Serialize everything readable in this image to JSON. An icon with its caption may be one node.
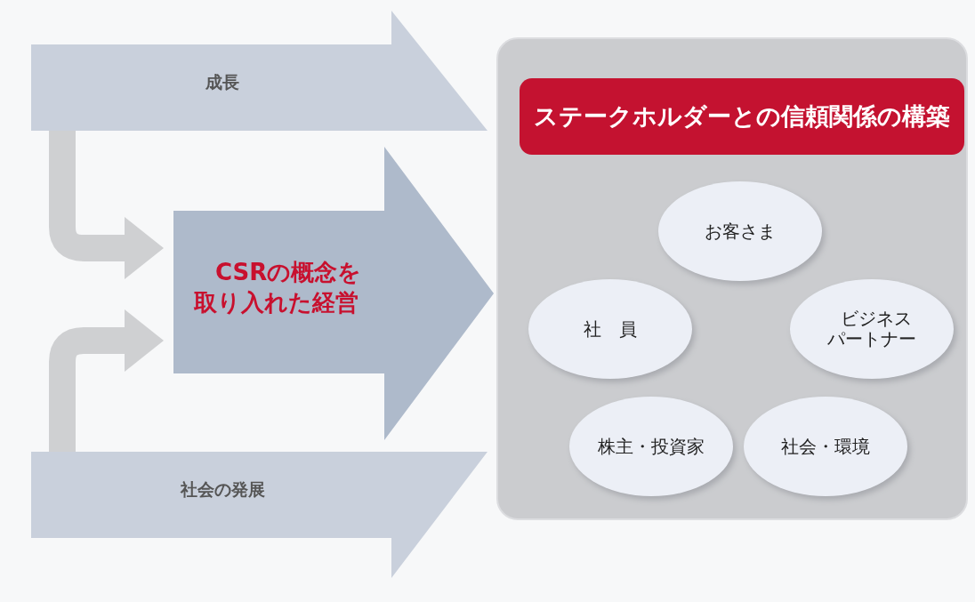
{
  "diagram": {
    "nodes": [
      {
        "text": [
          "成長"
        ]
      },
      {
        "text": [
          "CSRの概念を取り入れた経営"
        ]
      },
      {
        "text": [
          "社会の発展"
        ]
      },
      {
        "text": [],
        "shape": "box"
      },
      {
        "text": [
          "ステークホルダーとの信頼関係の構築"
        ],
        "in": 3
      },
      {
        "text": [
          "お客さま"
        ],
        "in": 3
      },
      {
        "text": [
          "社　員"
        ],
        "in": 3
      },
      {
        "text": [
          "ビジネスパートナー"
        ],
        "in": 3
      },
      {
        "text": [
          "株主・投資家"
        ],
        "in": 3
      },
      {
        "text": [
          "社会・環境"
        ],
        "in": 3
      }
    ],
    "edges": [
      {
        "from": 0,
        "to": 1,
        "arrow": "to"
      },
      {
        "from": 2,
        "to": 1,
        "arrow": "to"
      }
    ]
  }
}
